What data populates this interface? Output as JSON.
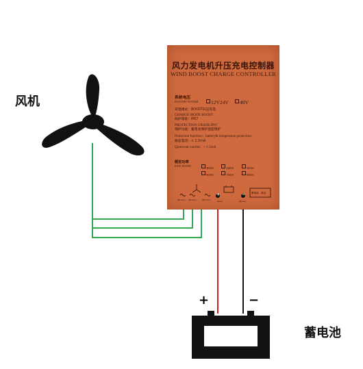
{
  "labels": {
    "turbine": "风机",
    "battery": "蓄电池",
    "plus": "+",
    "minus": "−"
  },
  "board": {
    "title_cn": "风力发电机升压充电控制器",
    "title_en": "WIND BOOST CHARGE  CONTROLLER",
    "system_voltage_cn": "系统电压",
    "system_voltage_en": "BATTERY SYSTEM",
    "voltage_opts": [
      "12V",
      "24V",
      "48V"
    ],
    "charge_mode_cn": "充电模式：BOOST升压充电",
    "charge_mode_en": "CHARGE MODE BOOST",
    "protection_grade_cn": "防护等级：IP67",
    "protection_grade_en": "PROTECTION GRADE:IP67",
    "protection_function_cn": "保护功能：蓄电池保护温度保护",
    "protection_function_en": "Protection function：battery& temperature protection",
    "quiescent_cn": "静态电流：< 1.5mA",
    "quiescent_en": "Quiescent current：< 1.5mA",
    "rated_power_cn": "额定功率",
    "rated_power_en": "RATE POWER",
    "power_opts_row1": [
      "300W",
      "400W",
      "500W"
    ],
    "power_opts_row2": [
      "600W",
      "700W",
      "800W"
    ],
    "terminal_plus": "+",
    "terminal_minus": "−",
    "terminal_caption": "蓄电池",
    "fan_caption": "风机"
  },
  "colors": {
    "board": "#cf6a3f",
    "wire_green": "#2fa84f",
    "wire_red": "#cc2222",
    "wire_black": "#111111"
  }
}
